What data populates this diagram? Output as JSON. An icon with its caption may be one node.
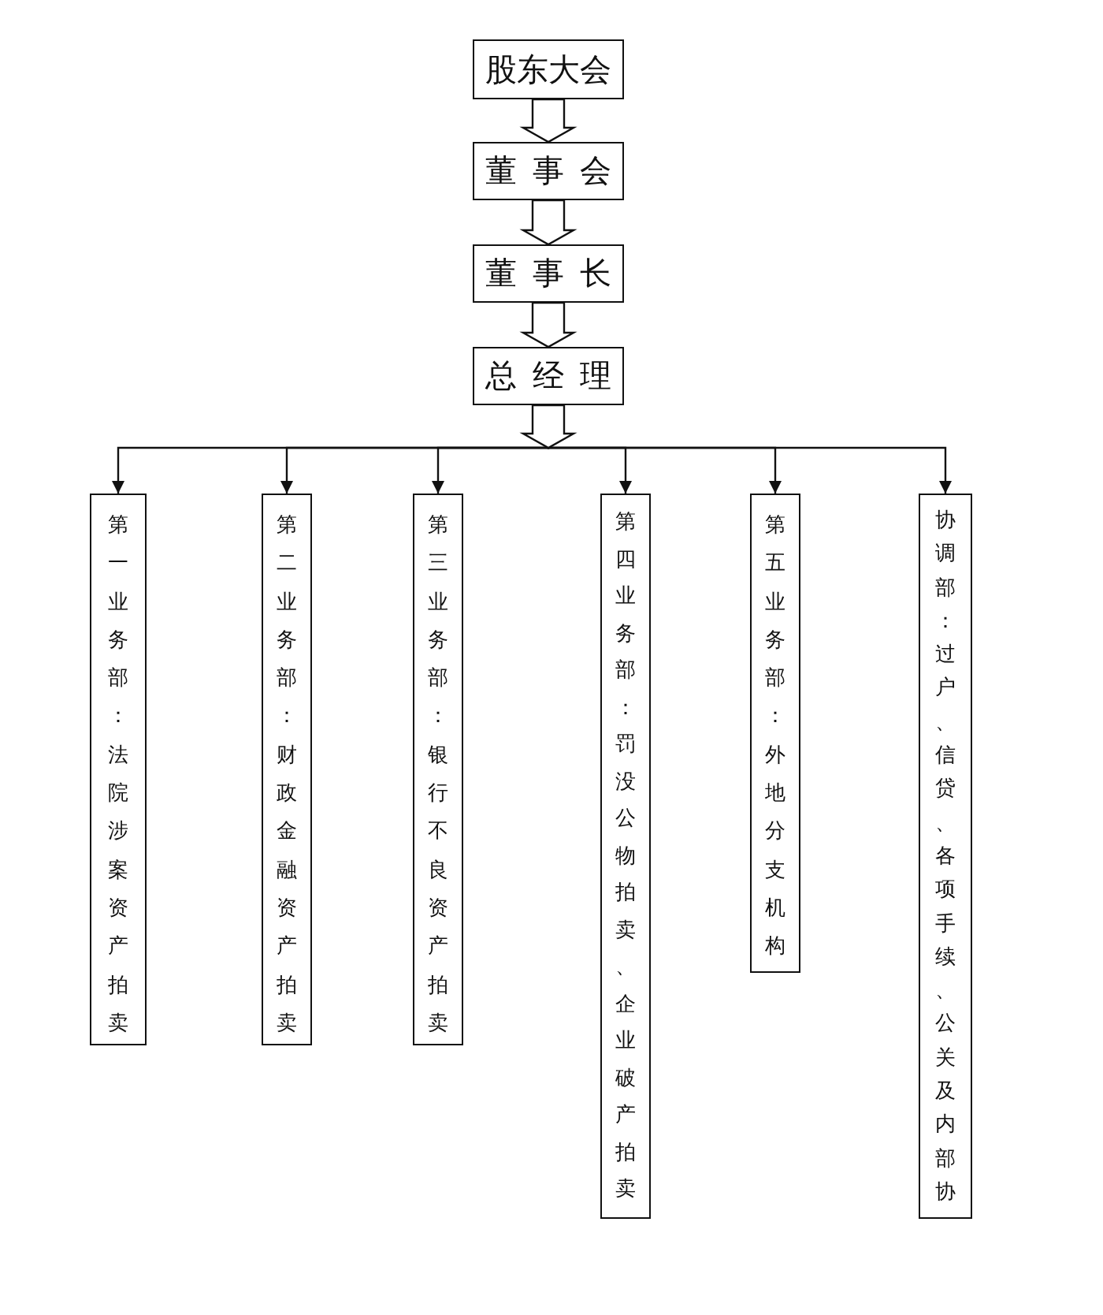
{
  "diagram": {
    "nodes": [
      {
        "text": [
          "股东大会"
        ]
      },
      {
        "text": [
          "董事会"
        ]
      },
      {
        "text": [
          "董事长"
        ]
      },
      {
        "text": [
          "总经理"
        ]
      },
      {
        "text": [
          "第一业务部：法院涉案资产拍卖"
        ]
      },
      {
        "text": [
          "第二业务部：财政金融资产拍卖"
        ]
      },
      {
        "text": [
          "第三业务部：银行不良资产拍卖"
        ]
      },
      {
        "text": [
          "第四业务部：罚没公物拍卖、企业破产拍卖"
        ]
      },
      {
        "text": [
          "第五业务部：外地分支机构"
        ]
      },
      {
        "text": [
          "协调部：过户、信贷、各项手续、公关及内部协"
        ]
      }
    ],
    "edges": [
      {
        "from": 0,
        "to": 1,
        "arrow": "to",
        "style": "thick"
      },
      {
        "from": 1,
        "to": 2,
        "arrow": "to",
        "style": "thick"
      },
      {
        "from": 2,
        "to": 3,
        "arrow": "to",
        "style": "thick"
      },
      {
        "from": 3,
        "to": 4,
        "arrow": "to"
      },
      {
        "from": 3,
        "to": 5,
        "arrow": "to"
      },
      {
        "from": 3,
        "to": 6,
        "arrow": "to"
      },
      {
        "from": 3,
        "to": 7,
        "arrow": "to"
      },
      {
        "from": 3,
        "to": 8,
        "arrow": "to"
      },
      {
        "from": 3,
        "to": 9,
        "arrow": "to"
      }
    ]
  }
}
